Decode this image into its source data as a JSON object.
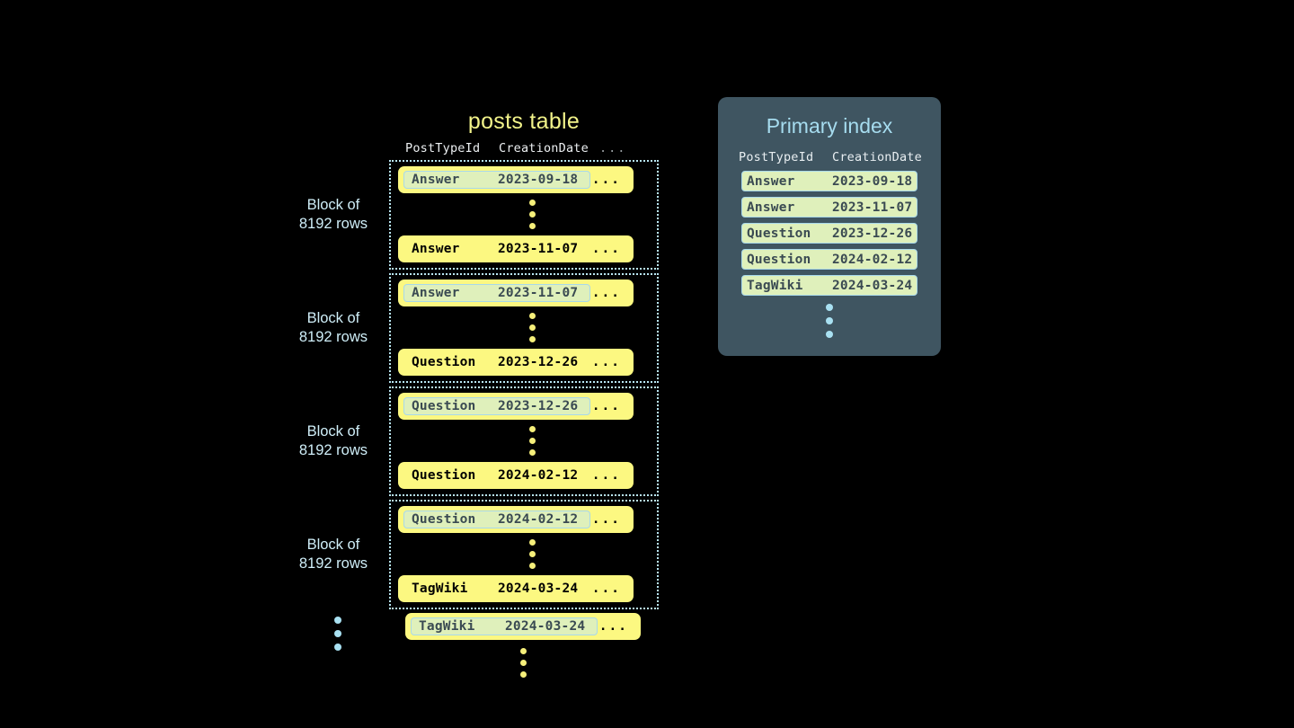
{
  "posts_table": {
    "title": "posts table",
    "columns": {
      "post_type_id": "PostTypeId",
      "creation_date": "CreationDate",
      "more": "..."
    },
    "row_more": "...",
    "block_label_line1": "Block of",
    "block_label_line2": "8192 rows",
    "blocks": [
      {
        "label_line1": "Block of",
        "label_line2": "8192 rows",
        "first_row": {
          "post_type_id": "Answer",
          "creation_date": "2023-09-18",
          "highlighted": true
        },
        "last_row": {
          "post_type_id": "Answer",
          "creation_date": "2023-11-07",
          "highlighted": false
        }
      },
      {
        "label_line1": "Block of",
        "label_line2": "8192 rows",
        "first_row": {
          "post_type_id": "Answer",
          "creation_date": "2023-11-07",
          "highlighted": true
        },
        "last_row": {
          "post_type_id": "Question",
          "creation_date": "2023-12-26",
          "highlighted": false
        }
      },
      {
        "label_line1": "Block of",
        "label_line2": "8192 rows",
        "first_row": {
          "post_type_id": "Question",
          "creation_date": "2023-12-26",
          "highlighted": true
        },
        "last_row": {
          "post_type_id": "Question",
          "creation_date": "2024-02-12",
          "highlighted": false
        }
      },
      {
        "label_line1": "Block of",
        "label_line2": "8192 rows",
        "first_row": {
          "post_type_id": "Question",
          "creation_date": "2024-02-12",
          "highlighted": true
        },
        "last_row": {
          "post_type_id": "TagWiki",
          "creation_date": "2024-03-24",
          "highlighted": false
        }
      }
    ],
    "trailing_row": {
      "post_type_id": "TagWiki",
      "creation_date": "2024-03-24",
      "highlighted": true
    }
  },
  "primary_index": {
    "title": "Primary index",
    "columns": {
      "post_type_id": "PostTypeId",
      "creation_date": "CreationDate"
    },
    "rows": [
      {
        "post_type_id": "Answer",
        "creation_date": "2023-09-18"
      },
      {
        "post_type_id": "Answer",
        "creation_date": "2023-11-07"
      },
      {
        "post_type_id": "Question",
        "creation_date": "2023-12-26"
      },
      {
        "post_type_id": "Question",
        "creation_date": "2024-02-12"
      },
      {
        "post_type_id": "TagWiki",
        "creation_date": "2024-03-24"
      }
    ]
  },
  "colors": {
    "background": "#000000",
    "row_yellow": "#fcf881",
    "highlight_green": "#dff0bb",
    "highlight_border": "#a8d8ea",
    "panel_slate": "#3f5561",
    "accent_blue": "#a6dcef",
    "title_yellow": "#f2f38a",
    "dot_yellow": "#f5ef7a"
  }
}
